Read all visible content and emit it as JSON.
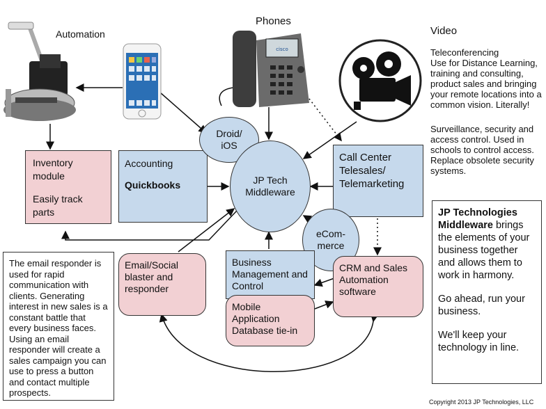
{
  "labels": {
    "automation": "Automation",
    "phones": "Phones",
    "video": "Video"
  },
  "video_text": {
    "p1": "Teleconferencing\nUse for Distance Learning, training and consulting, product sales and bringing your remote locations into a common vision. Literally!",
    "p2": "Surveillance, security and access control.  Used in schools to control access.  Replace obsolete security systems."
  },
  "nodes": {
    "inventory": {
      "line1": "Inventory module",
      "line2": "Easily track parts"
    },
    "accounting": {
      "line1": "Accounting",
      "line2": "Quickbooks"
    },
    "droid": "Droid/ iOS",
    "middleware": "JP Tech Middleware",
    "call_center": "Call Center Telesales/ Telemarketing",
    "ecommerce": "eCom- merce",
    "email_social": "Email/Social blaster and responder",
    "business_mgmt": "Business Management and Control",
    "mobile_app": "Mobile Application Database tie-in",
    "crm": "CRM and Sales Automation software"
  },
  "email_note": "The email responder is used for rapid communication with clients.  Generating interest in new sales is a constant battle that every business faces.  Using an email responder will create a sales campaign you can use to press a button and contact multiple prospects.",
  "jp_box": {
    "bold_lead": "JP Technologies Middleware",
    "rest": " brings the elements of your business together and allows them to work in harmony.",
    "p2": "Go ahead, run your business.",
    "p3": "We'll keep your technology in line."
  },
  "copyright": "Copyright 2013 JP Technologies, LLC",
  "icons": [
    "floor-machine-image",
    "smartphone-image",
    "desk-phone-image",
    "film-camera-image"
  ],
  "colors": {
    "blue_fill": "#c6d9ec",
    "pink_fill": "#f2d0d3",
    "stroke": "#333333"
  }
}
